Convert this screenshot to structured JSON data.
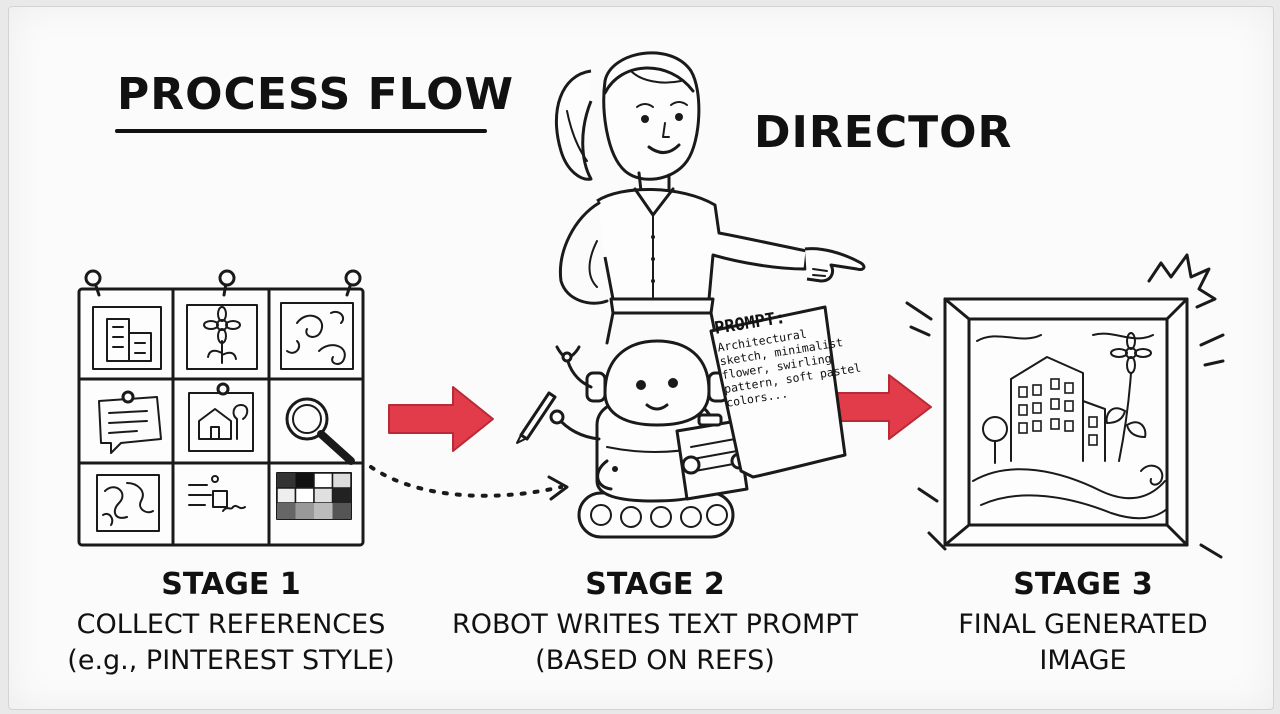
{
  "title": "PROCESS FLOW",
  "director_label": "DIRECTOR",
  "stages": [
    {
      "heading": "STAGE 1",
      "line1": "COLLECT REFERENCES",
      "line2": "(e.g., PINTEREST STYLE)"
    },
    {
      "heading": "STAGE 2",
      "line1": "ROBOT WRITES TEXT PROMPT",
      "line2": "(BASED ON REFS)"
    },
    {
      "heading": "STAGE 3",
      "line1": "FINAL GENERATED",
      "line2": "IMAGE"
    }
  ],
  "prompt_paper": {
    "title": "PROMPT:",
    "body": "Architectural sketch, minimalist flower, swirling pattern, soft pastel colors..."
  },
  "icons": [
    "building-icon",
    "flower-icon",
    "swirl-icon",
    "note-icon",
    "house-photo-icon",
    "magnifier-icon",
    "pattern-icon",
    "sketch-icon",
    "color-swatch-icon",
    "push-pin-icon"
  ],
  "colors": {
    "arrow": "#e23b4a",
    "ink": "#1a1a1a",
    "board": "#fbfbfb"
  }
}
